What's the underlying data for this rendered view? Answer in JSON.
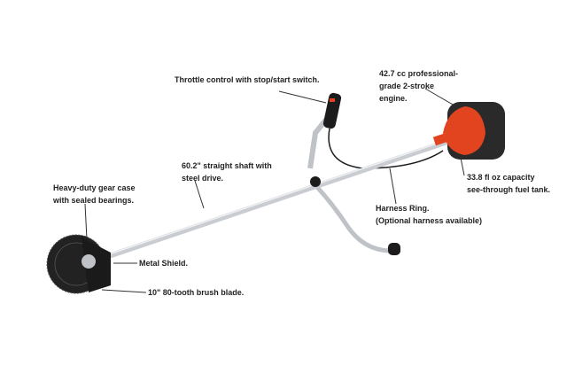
{
  "labels": {
    "throttle": "Throttle control with stop/start switch.",
    "engine": [
      "42.7 cc professional-",
      "grade 2-stroke",
      "engine."
    ],
    "shaft": [
      "60.2\" straight shaft with",
      "steel drive."
    ],
    "gearcase": [
      "Heavy-duty gear case",
      "with sealed bearings."
    ],
    "fueltank": [
      "33.8 fl oz capacity",
      "see-through fuel tank."
    ],
    "harness": [
      "Harness Ring.",
      "(Optional harness available)"
    ],
    "shield": "Metal Shield.",
    "blade": "10\" 80-tooth brush blade."
  },
  "colors": {
    "engine": "#e2441f",
    "shaft": "#c9cdd2",
    "dark": "#1c1c1c"
  }
}
